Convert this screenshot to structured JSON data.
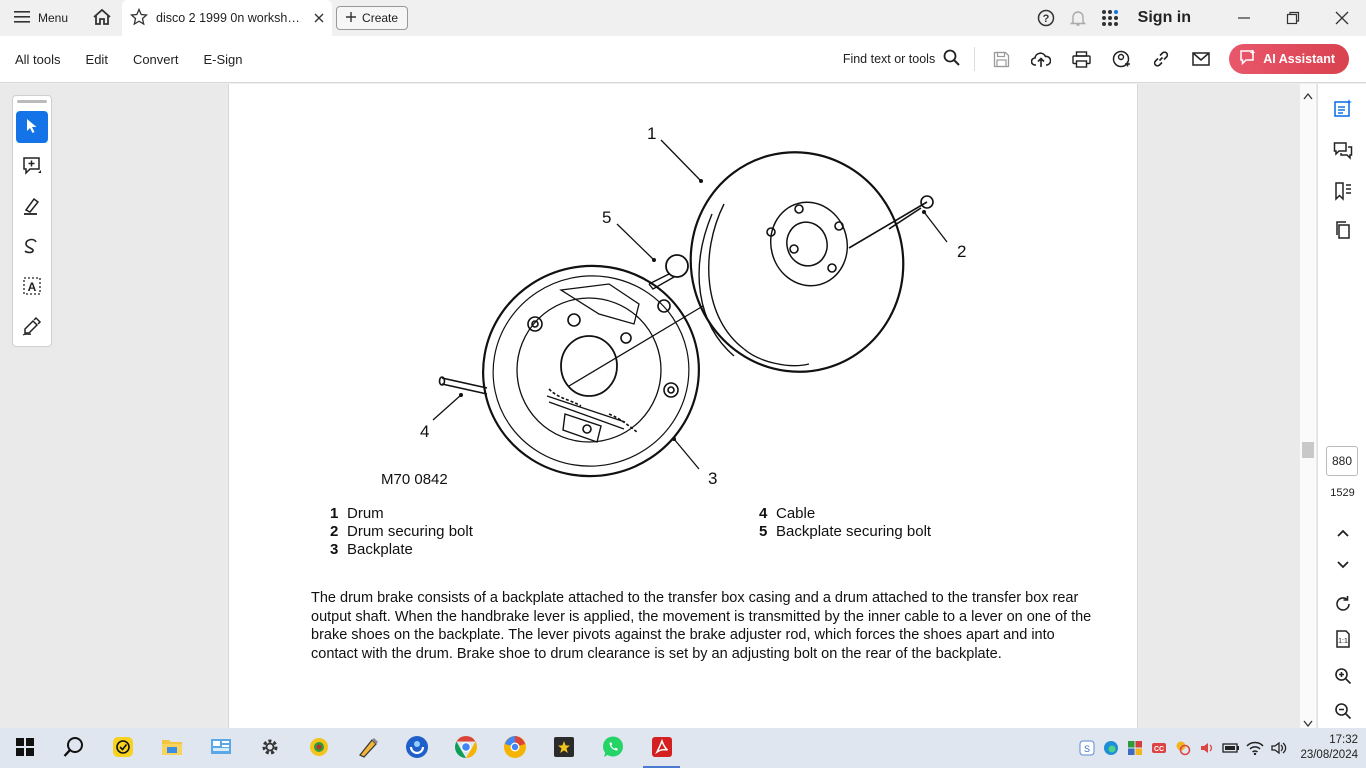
{
  "app": {
    "menu_label": "Menu",
    "tab_title": "disco 2 1999 0n workshop manual",
    "create_label": "Create",
    "sign_in": "Sign in"
  },
  "toolbar": {
    "items": [
      "All tools",
      "Edit",
      "Convert",
      "E-Sign"
    ],
    "find_label": "Find text or tools",
    "ai_label": "AI Assistant"
  },
  "document": {
    "callouts": [
      "1",
      "2",
      "3",
      "4",
      "5"
    ],
    "figure_ref": "M70 0842",
    "legend_left": [
      {
        "num": "1",
        "text": "Drum"
      },
      {
        "num": "2",
        "text": "Drum securing bolt"
      },
      {
        "num": "3",
        "text": "Backplate"
      }
    ],
    "legend_right": [
      {
        "num": "4",
        "text": "Cable"
      },
      {
        "num": "5",
        "text": "Backplate securing bolt"
      }
    ],
    "paragraph": "The drum brake consists of a backplate attached to the transfer box casing and a drum attached to the transfer box rear output shaft. When the handbrake lever is applied, the movement is transmitted by the inner cable to a lever on one of the brake shoes on the backplate. The lever pivots against the brake adjuster rod, which forces the shoes apart and into contact with the drum. Brake shoe to drum clearance is set by an adjusting bolt on the rear of the backplate."
  },
  "navigation": {
    "current_page": "880",
    "total_pages": "1529"
  },
  "taskbar": {
    "time": "17:32",
    "date": "23/08/2024"
  },
  "colors": {
    "accent": "#1473e6",
    "ai_button": "#e0505e",
    "taskbar": "#dfe6ef"
  }
}
